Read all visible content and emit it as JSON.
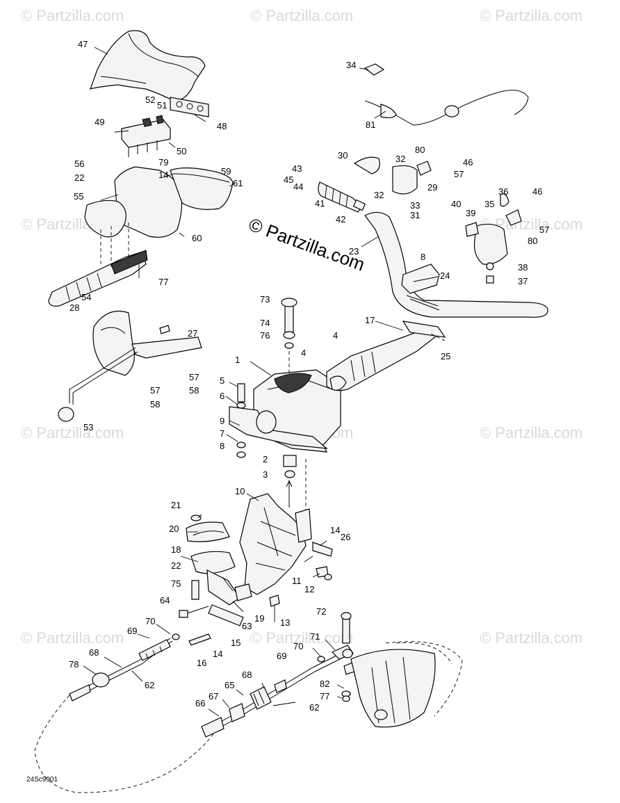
{
  "diagram": {
    "watermark_text": "© Partzilla.com",
    "drawing_code": "24Sc9901",
    "labels": {
      "l1": "1",
      "l2": "2",
      "l3": "3",
      "l4a": "4",
      "l4b": "4",
      "l5": "5",
      "l6": "6",
      "l7": "7",
      "l8a": "8",
      "l8b": "8",
      "l9": "9",
      "l10": "10",
      "l11": "11",
      "l12": "12",
      "l13": "13",
      "l14a": "14",
      "l14b": "14",
      "l14c": "14",
      "l15": "15",
      "l16": "16",
      "l17": "17",
      "l18": "18",
      "l19": "19",
      "l20": "20",
      "l21": "21",
      "l22a": "22",
      "l22b": "22",
      "l23": "23",
      "l24": "24",
      "l25": "25",
      "l26": "26",
      "l27": "27",
      "l28": "28",
      "l29": "29",
      "l30": "30",
      "l31": "31",
      "l32a": "32",
      "l32b": "32",
      "l33": "33",
      "l34": "34",
      "l35": "35",
      "l36": "36",
      "l37": "37",
      "l38": "38",
      "l39": "39",
      "l40": "40",
      "l41": "41",
      "l42": "42",
      "l43": "43",
      "l44": "44",
      "l45": "45",
      "l46a": "46",
      "l46b": "46",
      "l47": "47",
      "l48": "48",
      "l49": "49",
      "l50": "50",
      "l51": "51",
      "l52": "52",
      "l53": "53",
      "l54": "54",
      "l55": "55",
      "l56": "56",
      "l57a": "57",
      "l57b": "57",
      "l57c": "57",
      "l57d": "57",
      "l58a": "58",
      "l58b": "58",
      "l59": "59",
      "l60": "60",
      "l61": "61",
      "l62a": "62",
      "l62b": "62",
      "l63": "63",
      "l64": "64",
      "l65": "65",
      "l66": "66",
      "l67": "67",
      "l68a": "68",
      "l68b": "68",
      "l69a": "69",
      "l69b": "69",
      "l70a": "70",
      "l70b": "70",
      "l71": "71",
      "l72": "72",
      "l73": "73",
      "l74": "74",
      "l75": "75",
      "l76": "76",
      "l77a": "77",
      "l77b": "77",
      "l78": "78",
      "l79": "79",
      "l80a": "80",
      "l80b": "80",
      "l81": "81",
      "l82": "82"
    }
  }
}
